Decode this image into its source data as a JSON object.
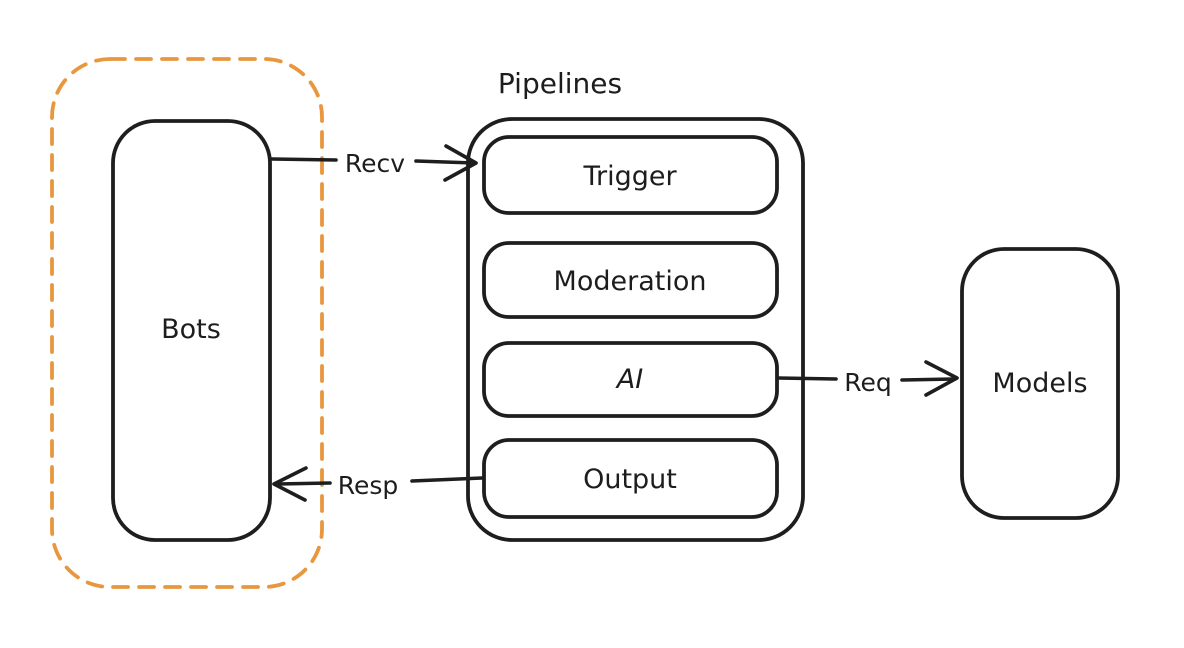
{
  "diagram": {
    "background_color": "#ffffff",
    "stroke_color": "#1e1e1e",
    "group_outline_color": "#e8973f",
    "nodes": {
      "bots": {
        "label": "Bots"
      },
      "pipelines": {
        "title": "Pipelines",
        "stages": [
          {
            "label": "Trigger"
          },
          {
            "label": "Moderation"
          },
          {
            "label": "AI"
          },
          {
            "label": "Output"
          }
        ]
      },
      "models": {
        "label": "Models"
      }
    },
    "edges": {
      "recv": {
        "label": "Recv",
        "from": "Bots",
        "to": "Trigger"
      },
      "resp": {
        "label": "Resp",
        "from": "Output",
        "to": "Bots"
      },
      "req": {
        "label": "Req",
        "from": "AI",
        "to": "Models"
      }
    }
  }
}
